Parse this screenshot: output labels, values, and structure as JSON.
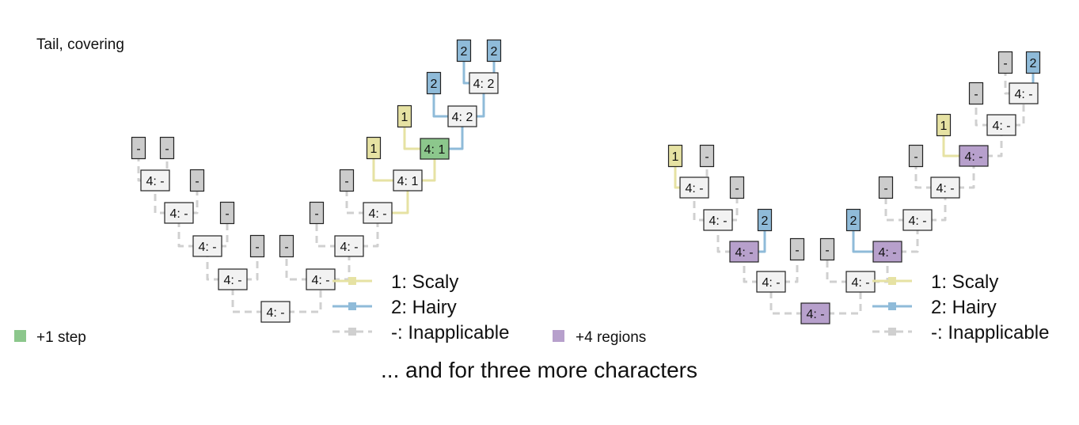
{
  "title": "Tail, covering",
  "footer": "... and for three more characters",
  "colors": {
    "scaly": "#e6e2a3",
    "hairy": "#8fbbd9",
    "inapplicable": "#cccccc",
    "applicable_node": "#f2f2f2",
    "step": "#8cc78c",
    "region": "#b7a0cc",
    "scaly_edge": "#e6e2a3",
    "hairy_edge": "#8fbbd9",
    "inapplicable_edge": "#d0d0d0"
  },
  "legend": {
    "scaly": "1: Scaly",
    "hairy": "2: Hairy",
    "inapplicable": "-: Inapplicable"
  },
  "badges": {
    "step": "+1 step",
    "regions": "+4 regions"
  },
  "trees": [
    {
      "name": "left",
      "nodes": [
        {
          "id": "t1",
          "label": "-",
          "state": "inapplicable",
          "tip": true
        },
        {
          "id": "t2",
          "label": "-",
          "state": "inapplicable",
          "tip": true
        },
        {
          "id": "t3",
          "label": "-",
          "state": "inapplicable",
          "tip": true
        },
        {
          "id": "t4",
          "label": "-",
          "state": "inapplicable",
          "tip": true
        },
        {
          "id": "t5",
          "label": "-",
          "state": "inapplicable",
          "tip": true
        },
        {
          "id": "t6",
          "label": "-",
          "state": "inapplicable",
          "tip": true
        },
        {
          "id": "t7",
          "label": "-",
          "state": "inapplicable",
          "tip": true
        },
        {
          "id": "t8",
          "label": "-",
          "state": "inapplicable",
          "tip": true
        },
        {
          "id": "t9",
          "label": "1",
          "state": "scaly",
          "tip": true
        },
        {
          "id": "t10",
          "label": "1",
          "state": "scaly",
          "tip": true
        },
        {
          "id": "t11",
          "label": "2",
          "state": "hairy",
          "tip": true
        },
        {
          "id": "t12",
          "label": "2",
          "state": "hairy",
          "tip": true
        },
        {
          "id": "t13",
          "label": "2",
          "state": "hairy",
          "tip": true
        },
        {
          "id": "n1",
          "label": "4: -",
          "state": "applicable"
        },
        {
          "id": "n2",
          "label": "4: -",
          "state": "applicable"
        },
        {
          "id": "n3",
          "label": "4: -",
          "state": "applicable"
        },
        {
          "id": "n4",
          "label": "4: -",
          "state": "applicable"
        },
        {
          "id": "n5",
          "label": "4: -",
          "state": "applicable"
        },
        {
          "id": "n6",
          "label": "4: -",
          "state": "applicable"
        },
        {
          "id": "n7",
          "label": "4: -",
          "state": "applicable"
        },
        {
          "id": "n8",
          "label": "4: -",
          "state": "applicable"
        },
        {
          "id": "n9",
          "label": "4: 1",
          "state": "applicable"
        },
        {
          "id": "n10",
          "label": "4: 1",
          "state": "step"
        },
        {
          "id": "n11",
          "label": "4: 2",
          "state": "applicable"
        },
        {
          "id": "n12",
          "label": "4: 2",
          "state": "applicable"
        }
      ],
      "edges": [
        {
          "from": "n1",
          "to": "t1",
          "state": "inapplicable"
        },
        {
          "from": "n1",
          "to": "t2",
          "state": "inapplicable"
        },
        {
          "from": "n2",
          "to": "n1",
          "state": "inapplicable"
        },
        {
          "from": "n2",
          "to": "t3",
          "state": "inapplicable"
        },
        {
          "from": "n3",
          "to": "n2",
          "state": "inapplicable"
        },
        {
          "from": "n3",
          "to": "t4",
          "state": "inapplicable"
        },
        {
          "from": "n4",
          "to": "n3",
          "state": "inapplicable"
        },
        {
          "from": "n4",
          "to": "t5",
          "state": "inapplicable"
        },
        {
          "from": "n5",
          "to": "n4",
          "state": "inapplicable"
        },
        {
          "from": "n5",
          "to": "n6",
          "state": "inapplicable"
        },
        {
          "from": "n6",
          "to": "t6",
          "state": "inapplicable"
        },
        {
          "from": "n6",
          "to": "n7",
          "state": "inapplicable"
        },
        {
          "from": "n7",
          "to": "t7",
          "state": "inapplicable"
        },
        {
          "from": "n7",
          "to": "n8",
          "state": "inapplicable"
        },
        {
          "from": "n8",
          "to": "t8",
          "state": "inapplicable"
        },
        {
          "from": "n8",
          "to": "n9",
          "state": "scaly"
        },
        {
          "from": "n9",
          "to": "t9",
          "state": "scaly"
        },
        {
          "from": "n9",
          "to": "n10",
          "state": "scaly"
        },
        {
          "from": "n10",
          "to": "t10",
          "state": "scaly"
        },
        {
          "from": "n10",
          "to": "n11",
          "state": "hairy"
        },
        {
          "from": "n11",
          "to": "t11",
          "state": "hairy"
        },
        {
          "from": "n11",
          "to": "n12",
          "state": "hairy"
        },
        {
          "from": "n12",
          "to": "t12",
          "state": "hairy"
        },
        {
          "from": "n12",
          "to": "t13",
          "state": "hairy"
        }
      ]
    },
    {
      "name": "right",
      "nodes": [
        {
          "id": "t1",
          "label": "1",
          "state": "scaly",
          "tip": true
        },
        {
          "id": "t2",
          "label": "-",
          "state": "inapplicable",
          "tip": true
        },
        {
          "id": "t3",
          "label": "-",
          "state": "inapplicable",
          "tip": true
        },
        {
          "id": "t4",
          "label": "2",
          "state": "hairy",
          "tip": true
        },
        {
          "id": "t5",
          "label": "-",
          "state": "inapplicable",
          "tip": true
        },
        {
          "id": "t6",
          "label": "-",
          "state": "inapplicable",
          "tip": true
        },
        {
          "id": "t7",
          "label": "2",
          "state": "hairy",
          "tip": true
        },
        {
          "id": "t8",
          "label": "-",
          "state": "inapplicable",
          "tip": true
        },
        {
          "id": "t9",
          "label": "-",
          "state": "inapplicable",
          "tip": true
        },
        {
          "id": "t10",
          "label": "1",
          "state": "scaly",
          "tip": true
        },
        {
          "id": "t11",
          "label": "-",
          "state": "inapplicable",
          "tip": true
        },
        {
          "id": "t12",
          "label": "-",
          "state": "inapplicable",
          "tip": true
        },
        {
          "id": "t13",
          "label": "2",
          "state": "hairy",
          "tip": true
        },
        {
          "id": "n1",
          "label": "4: -",
          "state": "applicable"
        },
        {
          "id": "n2",
          "label": "4: -",
          "state": "applicable"
        },
        {
          "id": "n3",
          "label": "4: -",
          "state": "region"
        },
        {
          "id": "n4",
          "label": "4: -",
          "state": "applicable"
        },
        {
          "id": "n5",
          "label": "4: -",
          "state": "region"
        },
        {
          "id": "n6",
          "label": "4: -",
          "state": "applicable"
        },
        {
          "id": "n7",
          "label": "4: -",
          "state": "region"
        },
        {
          "id": "n8",
          "label": "4: -",
          "state": "applicable"
        },
        {
          "id": "n9",
          "label": "4: -",
          "state": "applicable"
        },
        {
          "id": "n10",
          "label": "4: -",
          "state": "region"
        },
        {
          "id": "n11",
          "label": "4: -",
          "state": "applicable"
        },
        {
          "id": "n12",
          "label": "4: -",
          "state": "applicable"
        }
      ],
      "edges": [
        {
          "from": "n1",
          "to": "t1",
          "state": "scaly"
        },
        {
          "from": "n1",
          "to": "t2",
          "state": "inapplicable"
        },
        {
          "from": "n2",
          "to": "n1",
          "state": "inapplicable"
        },
        {
          "from": "n2",
          "to": "t3",
          "state": "inapplicable"
        },
        {
          "from": "n3",
          "to": "n2",
          "state": "inapplicable"
        },
        {
          "from": "n3",
          "to": "t4",
          "state": "hairy"
        },
        {
          "from": "n4",
          "to": "n3",
          "state": "inapplicable"
        },
        {
          "from": "n4",
          "to": "t5",
          "state": "inapplicable"
        },
        {
          "from": "n5",
          "to": "n4",
          "state": "inapplicable"
        },
        {
          "from": "n5",
          "to": "n6",
          "state": "inapplicable"
        },
        {
          "from": "n6",
          "to": "t6",
          "state": "inapplicable"
        },
        {
          "from": "n6",
          "to": "n7",
          "state": "inapplicable"
        },
        {
          "from": "n7",
          "to": "t7",
          "state": "hairy"
        },
        {
          "from": "n7",
          "to": "n8",
          "state": "inapplicable"
        },
        {
          "from": "n8",
          "to": "t8",
          "state": "inapplicable"
        },
        {
          "from": "n8",
          "to": "n9",
          "state": "inapplicable"
        },
        {
          "from": "n9",
          "to": "t9",
          "state": "inapplicable"
        },
        {
          "from": "n9",
          "to": "n10",
          "state": "inapplicable"
        },
        {
          "from": "n10",
          "to": "t10",
          "state": "scaly"
        },
        {
          "from": "n10",
          "to": "n11",
          "state": "inapplicable"
        },
        {
          "from": "n11",
          "to": "t11",
          "state": "inapplicable"
        },
        {
          "from": "n11",
          "to": "n12",
          "state": "inapplicable"
        },
        {
          "from": "n12",
          "to": "t12",
          "state": "inapplicable"
        },
        {
          "from": "n12",
          "to": "t13",
          "state": "hairy"
        }
      ]
    }
  ]
}
